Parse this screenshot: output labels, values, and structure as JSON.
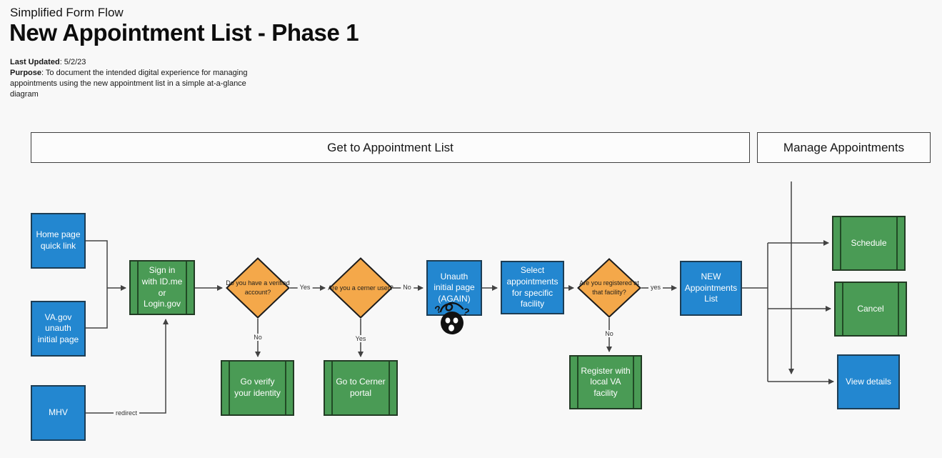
{
  "header": {
    "subtitle": "Simplified Form Flow",
    "title": "New Appointment List - Phase 1",
    "last_updated_label": "Last Updated",
    "last_updated_value": ": 5/2/23",
    "purpose_label": "Purpose",
    "purpose_text": ": To document the intended digital experience for managing appointments using the new appointment list in a simple at-a-glance diagram"
  },
  "sections": {
    "get_to_appointment_list": "Get to Appointment List",
    "manage_appointments": "Manage Appointments"
  },
  "nodes": {
    "home_page_quick_link": {
      "label": "Home page quick link",
      "type": "page-blue"
    },
    "vagov_unauth_initial_page": {
      "label": "VA.gov unauth initial page",
      "type": "page-blue"
    },
    "mhv": {
      "label": "MHV",
      "type": "page-blue"
    },
    "sign_in": {
      "label": "Sign in with ID.me or Login.gov",
      "type": "process-green"
    },
    "verified_account_decision": {
      "label": "Do you have a verified account?",
      "type": "decision"
    },
    "go_verify_identity": {
      "label": "Go verify your identity",
      "type": "process-green"
    },
    "cerner_user_decision": {
      "label": "Are you a cerner user?",
      "type": "decision"
    },
    "go_to_cerner_portal": {
      "label": "Go to Cerner portal",
      "type": "process-green"
    },
    "unauth_initial_page_again": {
      "label": "Unauth initial page (AGAIN)",
      "type": "page-blue"
    },
    "select_appointments": {
      "label": "Select appointments for specific facility",
      "type": "page-blue"
    },
    "registered_at_facility_decision": {
      "label": "Are you registered at that facility?",
      "type": "decision"
    },
    "register_with_local_va": {
      "label": "Register with local VA facility",
      "type": "process-green"
    },
    "new_appointments_list": {
      "label": "NEW Appointments List",
      "type": "page-blue"
    },
    "schedule": {
      "label": "Schedule",
      "type": "process-green"
    },
    "cancel": {
      "label": "Cancel",
      "type": "process-green"
    },
    "view_details": {
      "label": "View details",
      "type": "page-blue"
    }
  },
  "edge_labels": {
    "verified_yes": "Yes",
    "verified_no": "No",
    "cerner_no": "No",
    "cerner_yes": "Yes",
    "registered_yes": "yes",
    "registered_no": "No",
    "mhv_redirect": "redirect"
  },
  "icons": {
    "confused_face": "confused-face-icon"
  },
  "colors": {
    "background": "#f8f8f8",
    "process_blue": "#2387d0",
    "process_green": "#4a9b55",
    "decision_orange": "#f4a84a",
    "connector": "#424242",
    "node_text": "#ffffff"
  }
}
